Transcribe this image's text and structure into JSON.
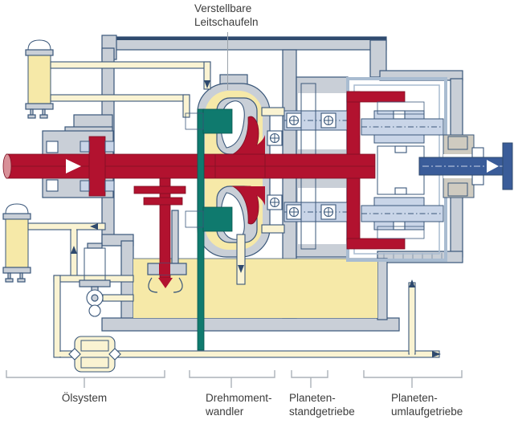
{
  "labels": {
    "guide_vanes_line1": "Verstellbare",
    "guide_vanes_line2": "Leitschaufeln",
    "oil_system": "Ölsystem",
    "torque_converter_line1": "Drehmoment-",
    "torque_converter_line2": "wandler",
    "planetary_fixed_line1": "Planeten-",
    "planetary_fixed_line2": "standgetriebe",
    "planetary_epicyclic_line1": "Planeten-",
    "planetary_epicyclic_line2": "umlaufgetriebe"
  },
  "colors": {
    "outline": "#3A577A",
    "casing": "#C9CFD7",
    "casing_dark": "#2F4A6E",
    "red": "#B2122F",
    "red_dark": "#7E1024",
    "red_light": "#D99098",
    "yellow": "#F6E9A8",
    "pale_pipe": "#FAF3D2",
    "teal": "#0F7A6E",
    "teal_dark": "#0A574F",
    "blue_light": "#C9D5E8",
    "blue_mid": "#5E82B4",
    "blue_dark": "#3A5C99",
    "steel_frame": "#A9BCD1",
    "beige": "#CFCBC0",
    "leader": "#9BA3AB",
    "bracket": "#ACB2B9",
    "text": "#3C3C3C"
  }
}
